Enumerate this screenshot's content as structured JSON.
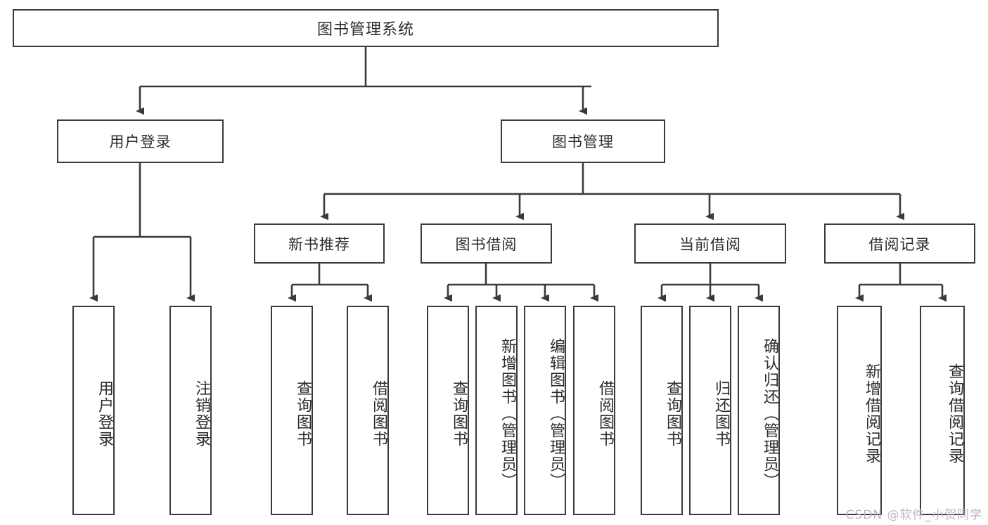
{
  "diagram": {
    "type": "tree-hierarchy",
    "title": "图书管理系统",
    "watermark": "CSDN @软件_小贺同学",
    "colors": {
      "background": "#ffffff",
      "box_border": "#3a3a3a",
      "box_fill": "#ffffff",
      "text": "#2b2b2b",
      "edge": "#3a3a3a",
      "watermark": "#b9b9b9"
    },
    "root": {
      "label": "图书管理系统"
    },
    "level2": [
      {
        "label": "用户登录"
      },
      {
        "label": "图书管理"
      }
    ],
    "level3": [
      {
        "label": "新书推荐"
      },
      {
        "label": "图书借阅"
      },
      {
        "label": "当前借阅"
      },
      {
        "label": "借阅记录"
      }
    ],
    "leaves": {
      "user_login": [
        {
          "label": "用户登录"
        },
        {
          "label": "注销登录"
        }
      ],
      "new_book_recommend": [
        {
          "label": "查询图书"
        },
        {
          "label": "借阅图书"
        }
      ],
      "book_borrow": [
        {
          "label": "查询图书"
        },
        {
          "label": "新增图书（管理员）"
        },
        {
          "label": "编辑图书（管理员）"
        },
        {
          "label": "借阅图书"
        }
      ],
      "current_borrow": [
        {
          "label": "查询图书"
        },
        {
          "label": "归还图书"
        },
        {
          "label": "确认归还（管理员）"
        }
      ],
      "borrow_record": [
        {
          "label": "新增借阅记录"
        },
        {
          "label": "查询借阅记录"
        }
      ]
    }
  }
}
